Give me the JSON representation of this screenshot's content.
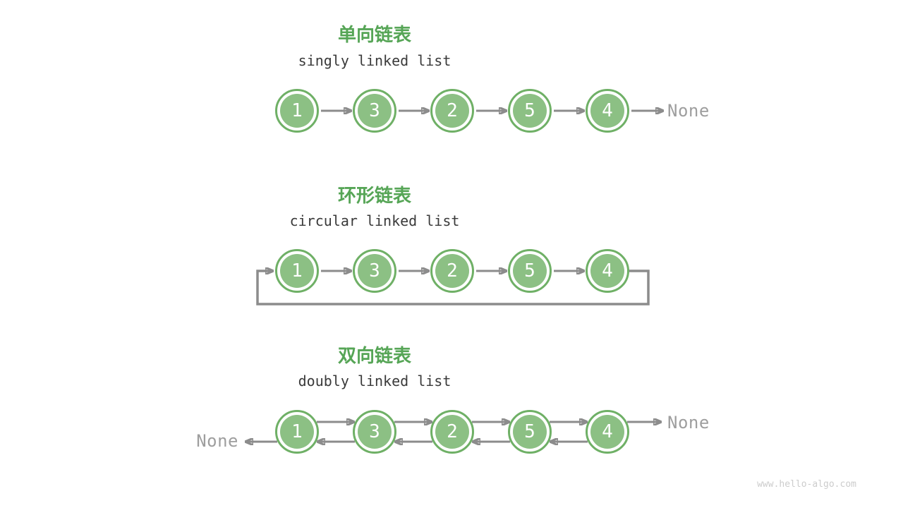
{
  "diagram": {
    "watermark": "www.hello-algo.com"
  },
  "colors": {
    "node_fill": "#8cc084",
    "node_border": "#6fb066",
    "title_green": "#56a556",
    "subtitle_text": "#3a3a3a",
    "arrow": "#8c8c8c",
    "none_text": "#9e9e9e",
    "watermark": "#cccccc"
  },
  "sections": [
    {
      "title": "单向链表",
      "subtitle": "singly linked list",
      "nodes": [
        "1",
        "3",
        "2",
        "5",
        "4"
      ],
      "tail_label": "None"
    },
    {
      "title": "环形链表",
      "subtitle": "circular linked list",
      "nodes": [
        "1",
        "3",
        "2",
        "5",
        "4"
      ]
    },
    {
      "title": "双向链表",
      "subtitle": "doubly linked list",
      "nodes": [
        "1",
        "3",
        "2",
        "5",
        "4"
      ],
      "head_label": "None",
      "tail_label": "None"
    }
  ]
}
